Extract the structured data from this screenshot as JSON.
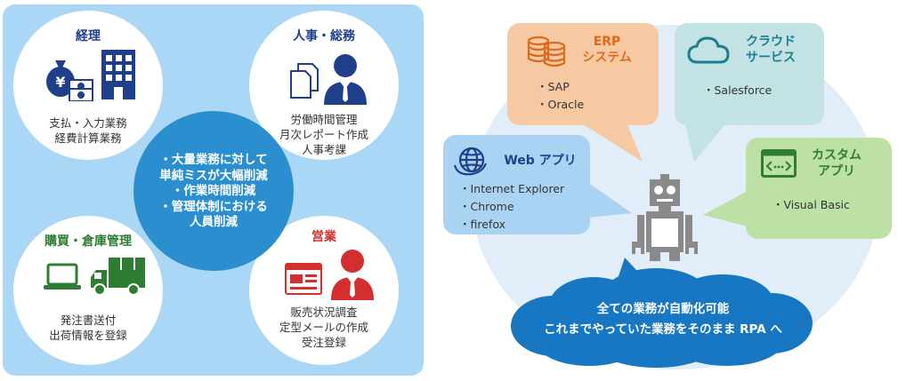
{
  "center": {
    "lines": [
      "・大量業務に対して",
      "単純ミスが大幅削減",
      "・作業時間削減",
      "・管理体制における",
      "人員削減"
    ]
  },
  "departments": {
    "accounting": {
      "title": "経理",
      "lines": [
        "支払・入力業務",
        "経費計算業務"
      ],
      "title_color": "#1f3f8a"
    },
    "hr": {
      "title": "人事・総務",
      "lines": [
        "労働時間管理",
        "月次レポート作成",
        "人事考課"
      ],
      "title_color": "#1f3f8a"
    },
    "purchasing": {
      "title": "購買・倉庫管理",
      "lines": [
        "発注書送付",
        "出荷情報を登録"
      ],
      "title_color": "#2e7d32"
    },
    "sales": {
      "title": "営業",
      "lines": [
        "販売状況調査",
        "定型メールの作成",
        "受注登録"
      ],
      "title_color": "#d32f2f"
    }
  },
  "apps": {
    "erp": {
      "title_lines": [
        "ERP",
        "システム"
      ],
      "items": [
        "・SAP",
        "・Oracle"
      ],
      "color": "#f6c9a3",
      "title_color": "#e06a1a",
      "icon": "database-icon"
    },
    "cloud_service": {
      "title_lines": [
        "クラウド",
        "サービス"
      ],
      "items": [
        "・Salesforce"
      ],
      "color": "#c2e2e4",
      "title_color": "#1b7f8f",
      "icon": "cloud-icon"
    },
    "web_app": {
      "title_lines": [
        "Web アプリ"
      ],
      "items": [
        "・Internet Explorer",
        "・Chrome",
        "・firefox"
      ],
      "color": "#aad3f3",
      "title_color": "#1f3f8a",
      "icon": "globe-icon"
    },
    "custom_app": {
      "title_lines": [
        "カスタム",
        "アプリ"
      ],
      "items": [
        "・Visual Basic"
      ],
      "color": "#bde0a5",
      "title_color": "#2e7d32",
      "icon": "code-window-icon"
    }
  },
  "cloud_message": {
    "lines": [
      "全ての業務が自動化可能",
      "これまでやっていた業務をそのまま RPA へ"
    ],
    "color": "#1877c3"
  },
  "robot": {
    "icon": "robot-icon",
    "color": "#8a8a8a"
  }
}
